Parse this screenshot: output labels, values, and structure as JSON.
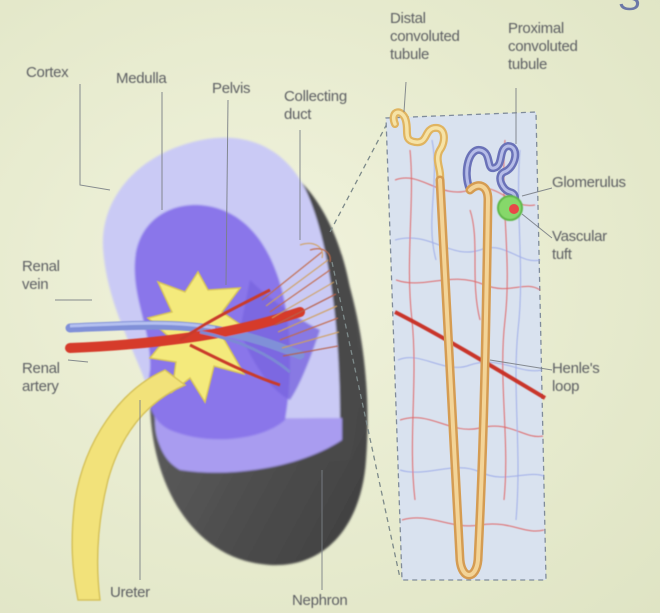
{
  "title_fragment": "S",
  "labels": {
    "cortex": "Cortex",
    "medulla": "Medulla",
    "pelvis": "Pelvis",
    "collecting_duct": "Collecting\nduct",
    "renal_vein": "Renal\nvein",
    "renal_artery": "Renal\nartery",
    "ureter": "Ureter",
    "nephron": "Nephron",
    "distal_tubule": "Distal\nconvoluted\ntubule",
    "proximal_tubule": "Proximal\nconvoluted\ntubule",
    "glomerulus": "Glomerulus",
    "vascular_tuft": "Vascular\ntuft",
    "henles_loop": "Henle's\nloop"
  },
  "colors": {
    "background": "#e9ecd2",
    "cortex": "#c8c8f6",
    "medulla": "#8672e8",
    "pelvis": "#f3e878",
    "kidney_shell": "#585858",
    "renal_vein": "#7f8fd6",
    "renal_artery": "#d83a2c",
    "tubule": "#eac486",
    "glomerulus": "#86d86a",
    "label_text": "#5d5f63"
  }
}
